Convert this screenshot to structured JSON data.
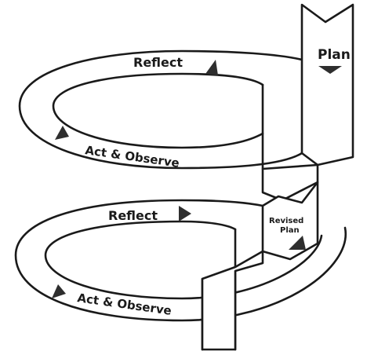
{
  "diagram": {
    "stages": [
      {
        "id": "plan",
        "label": "Plan"
      },
      {
        "id": "reflect_1",
        "label": "Reflect"
      },
      {
        "id": "act_observe_1",
        "label": "Act & Observe"
      },
      {
        "id": "revised_plan",
        "label_line1": "Revised",
        "label_line2": "Plan"
      },
      {
        "id": "reflect_2",
        "label": "Reflect"
      },
      {
        "id": "act_observe_2",
        "label": "Act & Observe"
      }
    ],
    "colors": {
      "stroke": "#1a1a1a",
      "fill": "#ffffff",
      "arrow": "#2e2e2e"
    }
  }
}
